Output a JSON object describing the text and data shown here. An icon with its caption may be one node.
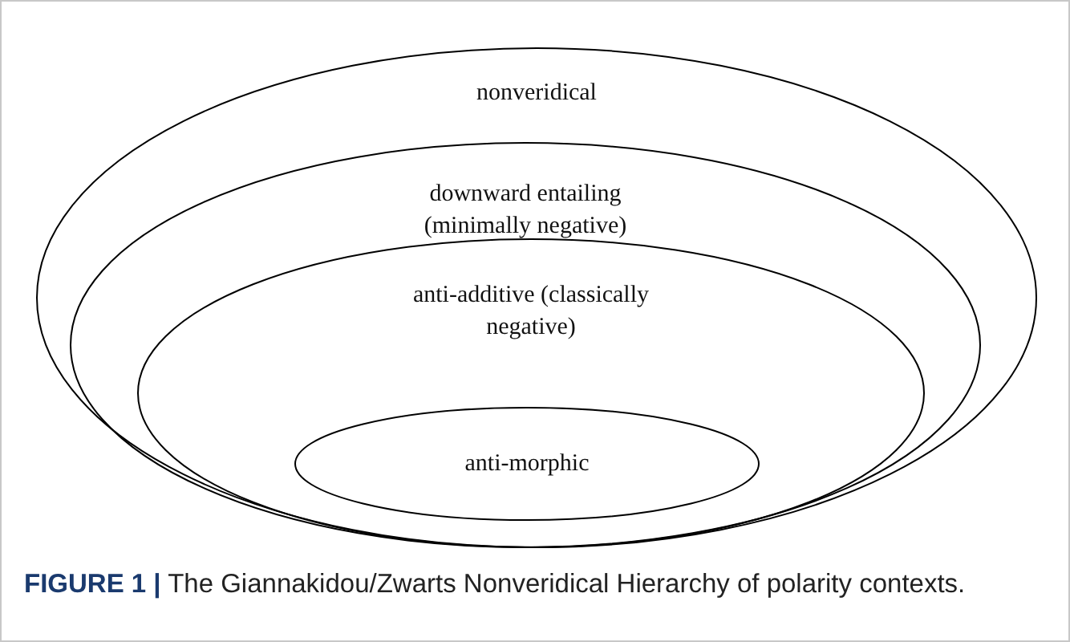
{
  "diagram": {
    "caption": "**FIGURE 1 |** The Giannakidou/Zwarts Nonveridical Hierarchy of polarity contexts.",
    "nodes": [
      {
        "text": [
          "nonveridical"
        ]
      },
      {
        "text": [
          "downward entailing (minimally negative)"
        ],
        "in": 0
      },
      {
        "text": [
          "anti-additive (classically negative)"
        ],
        "in": 1
      },
      {
        "text": [
          "anti-morphic"
        ],
        "in": 2
      }
    ]
  }
}
